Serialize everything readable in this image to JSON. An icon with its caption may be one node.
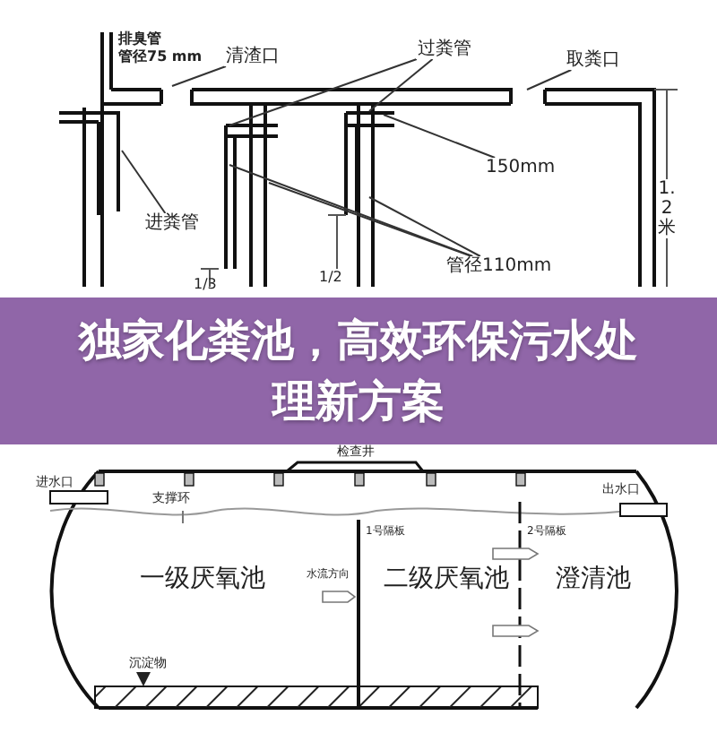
{
  "diagram": {
    "title": "独家化粪池，高效环保污水处理新方案",
    "nodes": [
      {
        "text": [
          "清渣口"
        ]
      },
      {
        "text": [
          "过粪管"
        ]
      },
      {
        "text": [
          "取粪口"
        ]
      },
      {
        "text": [
          "150mm"
        ]
      },
      {
        "text": [
          "进粪管"
        ]
      },
      {
        "text": [
          "管径110mm"
        ]
      }
    ],
    "edges": [
      {
        "from": 0,
        "to": null,
        "arrow": "none"
      },
      {
        "from": 1,
        "to": null,
        "arrow": "none"
      },
      {
        "from": 1,
        "to": null,
        "arrow": "none"
      },
      {
        "from": 2,
        "to": null,
        "arrow": "none"
      },
      {
        "from": 3,
        "to": null,
        "arrow": "none"
      },
      {
        "from": 4,
        "to": null,
        "arrow": "none"
      },
      {
        "from": 5,
        "to": null,
        "arrow": "none"
      },
      {
        "from": 5,
        "to": null,
        "arrow": "none"
      },
      {
        "from": 5,
        "to": null,
        "arrow": "none"
      }
    ],
    "labels": [
      "排臭管",
      "管径75 mm",
      "1/3",
      "1/2",
      "1.2米",
      "检查井",
      "进水口",
      "支撑环",
      "1号隔板",
      "2号隔板",
      "出水口",
      "水流方向",
      "一级厌氧池",
      "二级厌氧池",
      "澄清池",
      "沉淀物"
    ]
  }
}
